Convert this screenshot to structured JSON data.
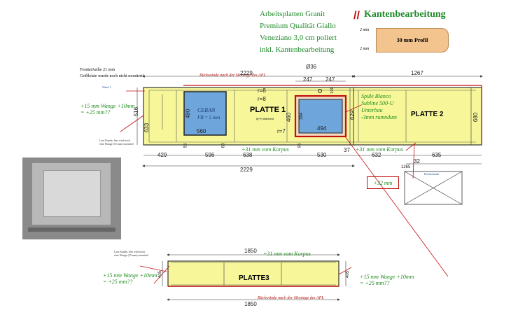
{
  "header": {
    "desc_lines": [
      "Arbeitsplatten Granit",
      "Premium Qualität Giallo",
      "Veneziano 3,0 cm poliert",
      "inkl. Kantenbearbeitung"
    ],
    "edge_title": "Kantenbearbeitung",
    "edge_mm_top": "2 mm",
    "edge_mm_bottom": "2 mm",
    "profile_label": "30 mm Profil"
  },
  "top_notes": {
    "front": "FrontstAerke 21 mm",
    "handles": "Griffleiste wurde noch nicht montiert!",
    "wand": "Wand 1"
  },
  "plate1": {
    "label": "PLATTE 1",
    "sub": "fg=5 (absetzen)",
    "cooktop_label": "CERAN",
    "cooktop_sub": "FB = 5 mm",
    "back_note": "Rückwände nach der Montage des APL",
    "korpus_note": "+31 mm vom Korpus",
    "wange_note": [
      "+15 mm Wange +10mm",
      "= +25 mm??"
    ],
    "leist_note": [
      "Lust Kunde, hier wird noch",
      "eine Wange (15 mm) montiert!"
    ]
  },
  "plate2": {
    "label": "PLATTE 2",
    "sink_note": [
      "Spüle Blanco",
      "Subline 500-U",
      "Unterbau",
      "-3mm rumndum"
    ],
    "korpus_note": "+31 mm vom Korpus",
    "plus32": "+32 mm",
    "schrank_label": "Hochschrank"
  },
  "plate3": {
    "label": "PLATTE3",
    "korpus_note": "+31 mm vom Korpus",
    "back_note": "Rückwände nach der Montage des APL",
    "left_note": [
      "+15 mm Wange +10mm",
      "= +25 mm??"
    ],
    "right_note": [
      "+15 mm Wange +10mm",
      "= +25 mm??"
    ],
    "leist_note": [
      "Lust Kunde, hier wird noch",
      "eine Wange (15 mm) montiert!"
    ]
  },
  "dims": {
    "top_2229": "2229",
    "top_1267": "1267",
    "d36": "Ø36",
    "d247a": "247",
    "d247b": "247",
    "d100": "100",
    "d516": "516",
    "d633": "633",
    "d490": "490",
    "d560": "560",
    "r8a": "r=8",
    "r8b": "r=8",
    "r7": "r=7",
    "d394": "394",
    "d494": "494",
    "d460": "460",
    "d629": "629",
    "d680": "680",
    "b429": "429",
    "b55": "55",
    "b596": "596",
    "b68": "68",
    "b638": "638",
    "b95": "95",
    "b530": "530",
    "b37": "37",
    "b632": "632",
    "b635": "635",
    "b32": "32",
    "b1265": "1265",
    "bottom_2229": "2229",
    "p3_top": "1850",
    "p3_bottom": "1850",
    "p3_left": "405",
    "p3_right": "405"
  },
  "colors": {
    "plate_fill": "#f7f79a",
    "cutout_fill": "#6ea6dc",
    "profile_fill": "#f4c48f",
    "note_green": "#1e8c1e",
    "note_red": "#b01010"
  }
}
